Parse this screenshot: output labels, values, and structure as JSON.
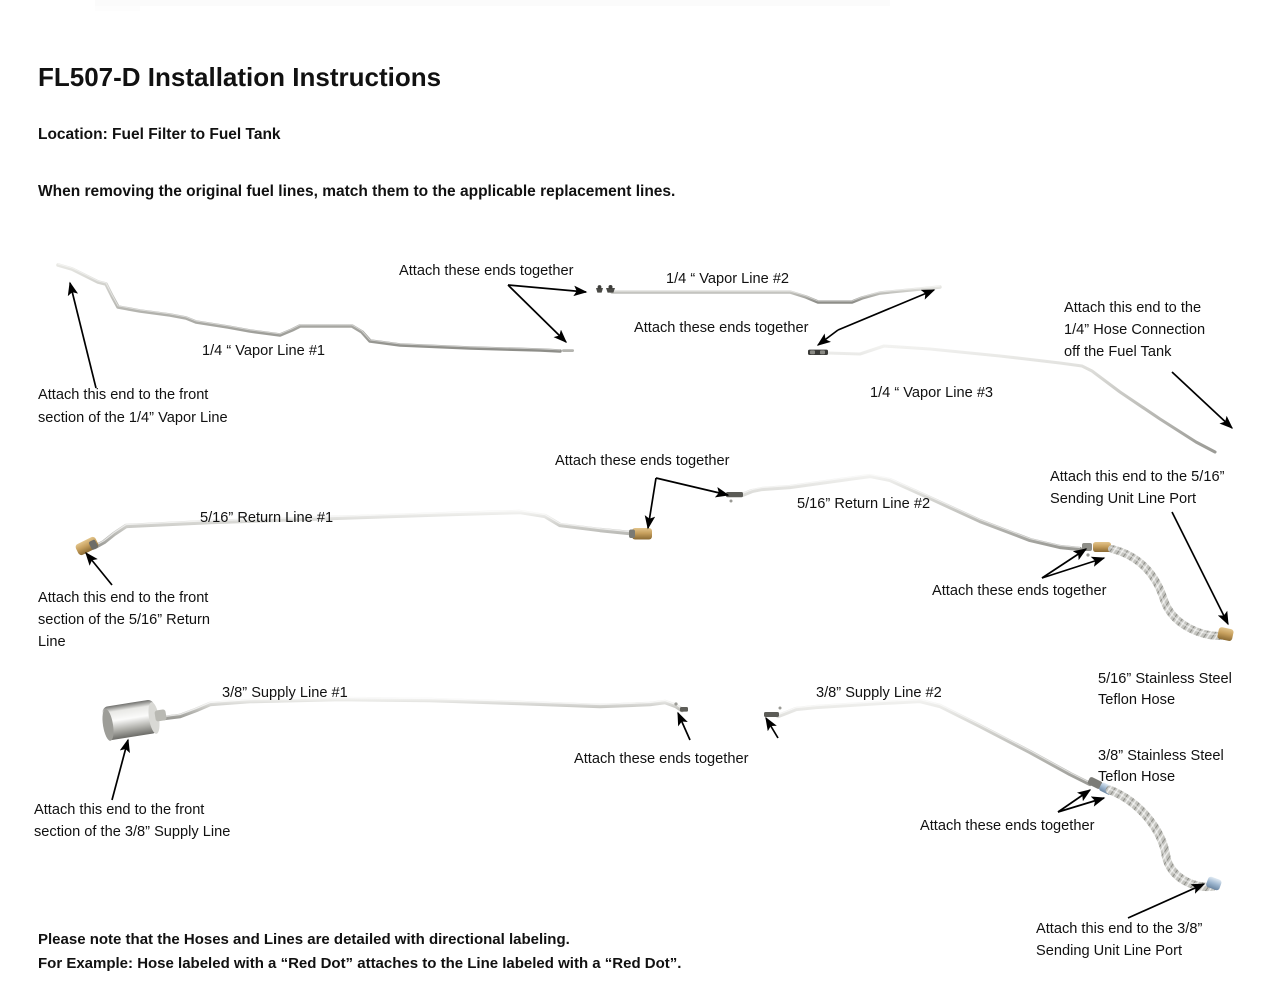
{
  "document": {
    "title": "FL507-D Installation Instructions",
    "location_line": "Location: Fuel Filter to Fuel Tank",
    "instruction_line": "When removing the original fuel lines, match them to the applicable replacement lines.",
    "footer_note_1": "Please note that the Hoses and Lines are detailed with directional labeling.",
    "footer_note_2": "For Example: Hose labeled with a “Red Dot” attaches to the Line labeled with a “Red Dot”."
  },
  "parts": {
    "vapor_line_1": "1/4 “ Vapor Line #1",
    "vapor_line_2": "1/4 “ Vapor Line #2",
    "vapor_line_3": "1/4 “ Vapor Line #3",
    "return_line_1": "5/16” Return Line #1",
    "return_line_2": "5/16” Return Line #2",
    "supply_line_1": "3/8” Supply Line #1",
    "supply_line_2": "3/8” Supply Line #2",
    "hose_516": "5/16” Stainless Steel\nTeflon Hose",
    "hose_516_l1": "5/16” Stainless Steel",
    "hose_516_l2": "Teflon Hose",
    "hose_38_l1": "3/8” Stainless Steel",
    "hose_38_l2": "Teflon Hose"
  },
  "annotations": {
    "attach_ends_vapor_1": "Attach these ends together",
    "attach_ends_vapor_2": "Attach these ends together",
    "attach_ends_return": "Attach these ends together",
    "attach_ends_return_hose": "Attach these ends together",
    "attach_ends_supply": "Attach these ends together",
    "attach_ends_supply_hose": "Attach these ends together",
    "vapor_front_l1": "Attach this end  to the front",
    "vapor_front_l2": "section of the 1/4” Vapor Line",
    "tank_hose_l1": "Attach this end to the",
    "tank_hose_l2": "1/4” Hose Connection",
    "tank_hose_l3": "off the Fuel Tank",
    "return_front_l1": "Attach this end to the front",
    "return_front_l2": "section of the 5/16” Return",
    "return_front_l3": "Line",
    "sending_516_l1": "Attach this end to the 5/16”",
    "sending_516_l2": "Sending Unit Line Port",
    "supply_front_l1": "Attach this end to the front",
    "supply_front_l2": "section of the 3/8” Supply Line",
    "sending_38_l1": "Attach this end to the 3/8”",
    "sending_38_l2": "Sending Unit Line Port"
  },
  "colors": {
    "tube_light": "#c9c9c4",
    "tube_dark": "#8f8f8a",
    "tube_steel": "#b9b9b4",
    "brass": "#c09a5a",
    "brass_dark": "#8a6a33",
    "blue_fitting": "#9db6cf",
    "text": "#111111",
    "arrow": "#000000",
    "background": "#ffffff"
  }
}
